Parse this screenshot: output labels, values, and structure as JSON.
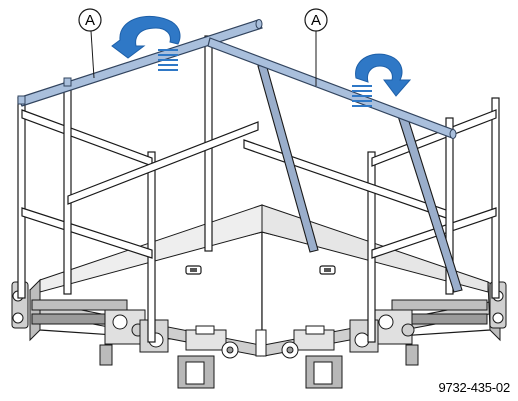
{
  "callouts": [
    {
      "label": "A"
    },
    {
      "label": "A"
    }
  ],
  "figure_number": "9732-435-02",
  "colors": {
    "line": "#1a1a1a",
    "rail_fill": "#ffffff",
    "blue_rail": "#a9bfdc",
    "blue_rail_edge": "#32445e",
    "arrow": "#2f78c6",
    "arrow_dark": "#1d5fa8",
    "shade": "#d8d8d8",
    "dark_shade": "#9b9b9b"
  }
}
